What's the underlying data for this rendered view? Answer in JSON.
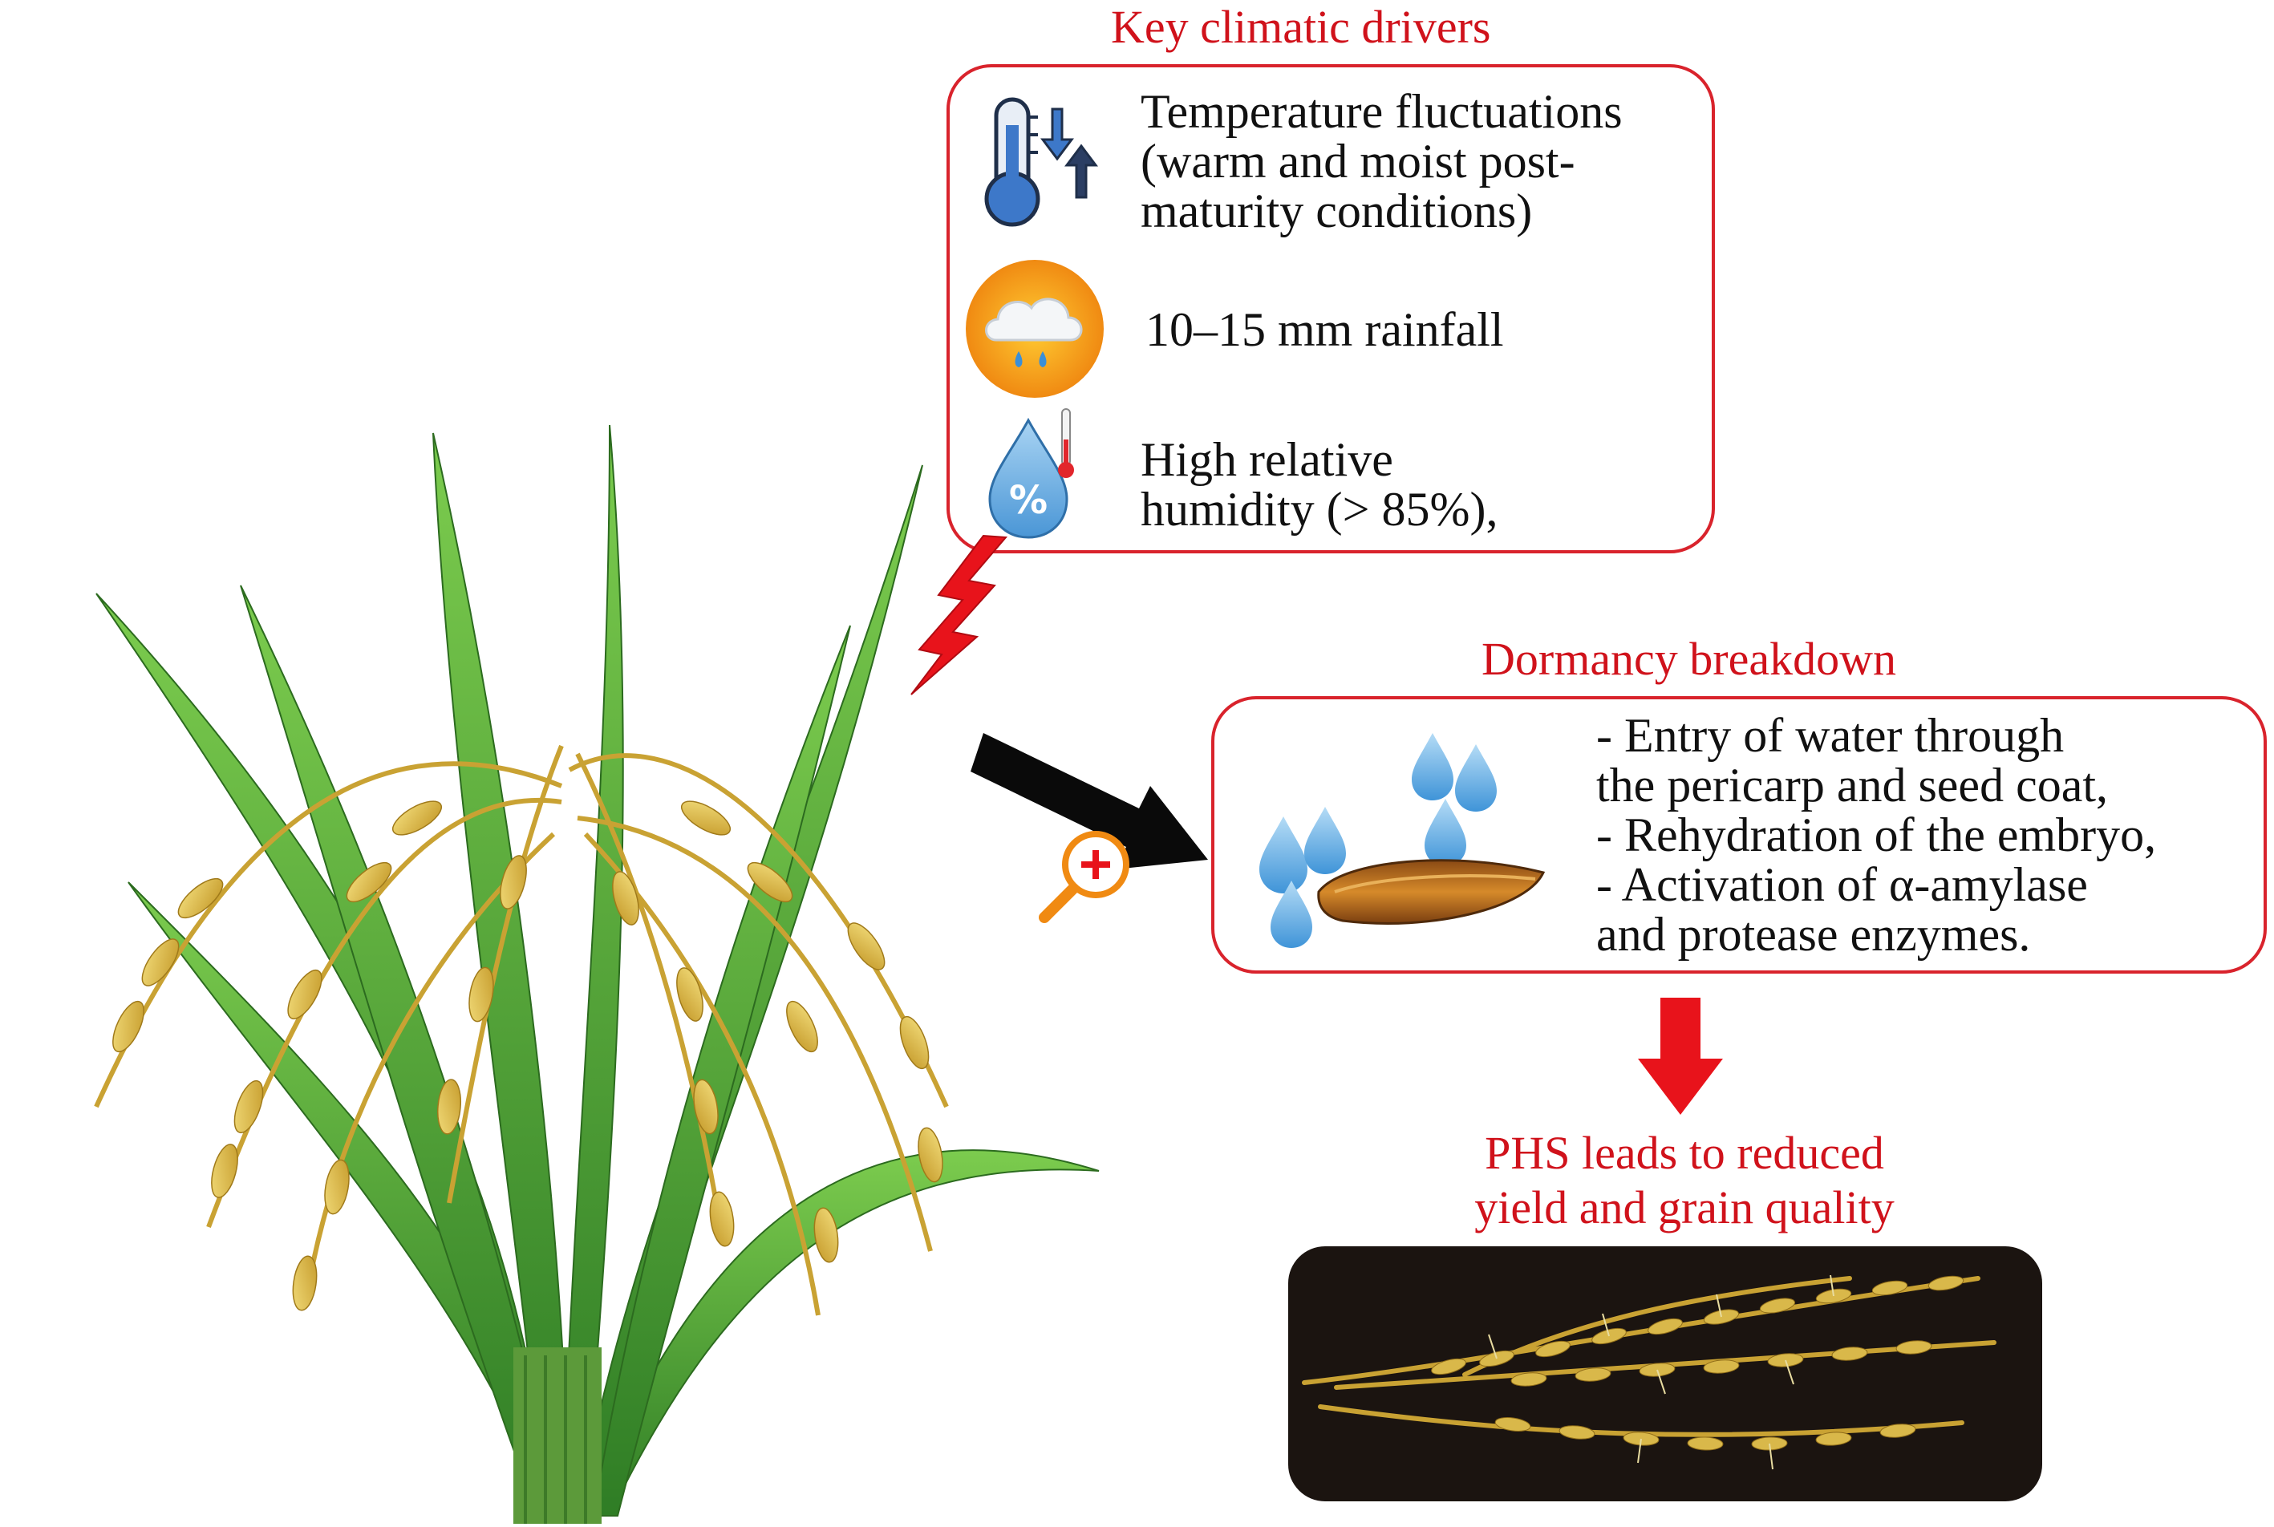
{
  "colors": {
    "accent_red": "#d0121b",
    "box_border": "#d9232c",
    "arrow_black": "#0a0a0a",
    "leaf_green": "#4fa53a",
    "grain_gold": "#d9b84a",
    "water_blue": "#6fb4e6",
    "panel_dark": "#1b1410"
  },
  "climate": {
    "title": "Key climatic drivers",
    "items": [
      {
        "icon": "thermometer-icon",
        "lines": [
          "Temperature fluctuations",
          "(warm and moist post-",
          "maturity conditions)"
        ]
      },
      {
        "icon": "rain-cloud-icon",
        "lines": [
          "10–15 mm rainfall"
        ]
      },
      {
        "icon": "humidity-drop-icon",
        "lines": [
          "High relative",
          "humidity (> 85%),"
        ]
      }
    ]
  },
  "dormancy": {
    "title": "Dormancy breakdown",
    "lines": [
      "- Entry of water through",
      "the pericarp and seed coat,",
      "- Rehydration of the embryo,",
      "- Activation of α-amylase",
      "and protease enzymes."
    ]
  },
  "outcome": {
    "lines": [
      "PHS leads to reduced",
      "yield and grain quality"
    ]
  },
  "icons": {
    "lightning": "lightning-bolt-icon",
    "magnifier": "magnifier-plus-icon",
    "seed": "rice-seed-icon",
    "drops": "water-drops-icon"
  }
}
